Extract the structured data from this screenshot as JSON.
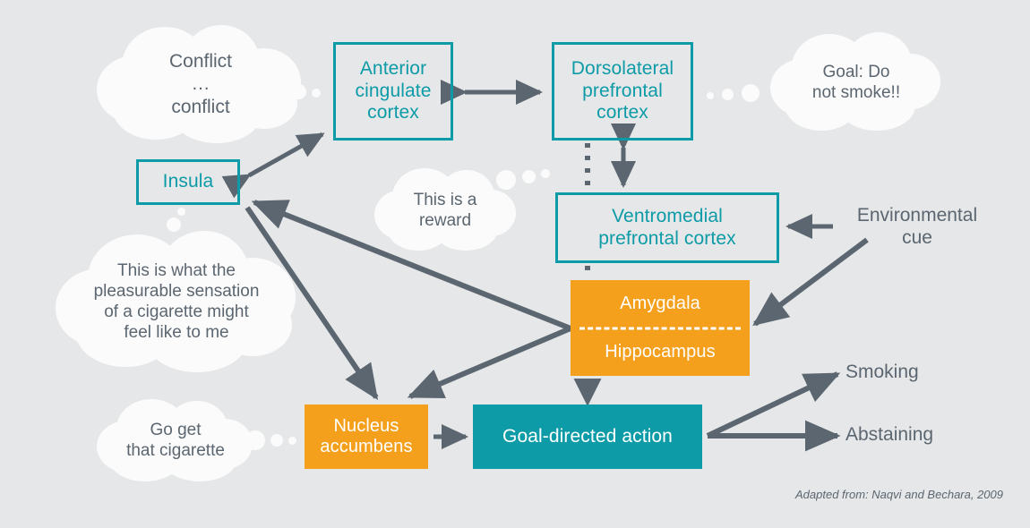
{
  "canvas": {
    "background": "#e6e7e8"
  },
  "palette": {
    "teal": "#0d9ba8",
    "orange": "#f5a01c",
    "arrow_gray": "#5b6670",
    "cloud_white": "#fbfbfb",
    "text_gray": "#5b6670"
  },
  "boxes": {
    "anterior_cingulate_cortex": "Anterior\ncingulate\ncortex",
    "dorsolateral_prefrontal_cortex": "Dorsolateral\nprefrontal\ncortex",
    "insula": "Insula",
    "ventromedial_prefrontal_cortex": "Ventromedial\nprefrontal cortex",
    "amygdala": "Amygdala",
    "hippocampus": "Hippocampus",
    "nucleus_accumbens": "Nucleus\naccumbens",
    "goal_directed_action": "Goal-directed action"
  },
  "thought_clouds": {
    "conflict": "Conflict\n…\nconflict",
    "goal": "Goal: Do\nnot smoke!!",
    "reward": "This is a\nreward",
    "pleasure": "This is what the\npleasurable sensation\nof a cigarette might\nfeel like to me",
    "cigarette": "Go get\nthat cigarette"
  },
  "labels": {
    "environmental_cue": "Environmental\ncue",
    "smoking": "Smoking",
    "abstaining": "Abstaining"
  },
  "credit": "Adapted from: Naqvi and Bechara, 2009"
}
